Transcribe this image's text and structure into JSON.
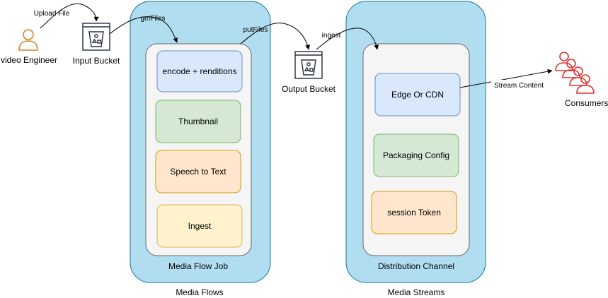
{
  "actors": {
    "engineer": "video Engineer",
    "consumers": "Consumers"
  },
  "buckets": {
    "input": "Input Bucket",
    "output": "Output Bucket"
  },
  "edges": {
    "upload": "Upload File",
    "get_files": "getFiles",
    "put_files": "putFiles",
    "ingest": "ingest",
    "stream": "Stream Content"
  },
  "media_flows": {
    "label": "Media Flows",
    "job_label": "Media Flow Job",
    "steps": [
      "encode + renditions",
      "Thumbnail",
      "Speech to Text",
      "Ingest"
    ]
  },
  "media_streams": {
    "label": "Media Streams",
    "channel_label": "Distribution Channel",
    "steps": [
      "Edge Or CDN",
      "Packaging Config",
      "session Token"
    ]
  },
  "colors": {
    "outer_fill": "#b1ddf0",
    "outer_stroke": "#10739e",
    "inner_fill": "#f5f5f5",
    "inner_stroke": "#666666",
    "blue_fill": "#dae8fc",
    "blue_stroke": "#6c8ebf",
    "green_fill": "#d5e8d4",
    "green_stroke": "#82b366",
    "orange_fill": "#ffe6cc",
    "orange_stroke": "#d79b00",
    "yellow_fill": "#fff2cc",
    "yellow_stroke": "#d6b656",
    "actor_orange": "#d9822b",
    "actor_red": "#e03030",
    "bucket_stroke": "#232f3e"
  }
}
